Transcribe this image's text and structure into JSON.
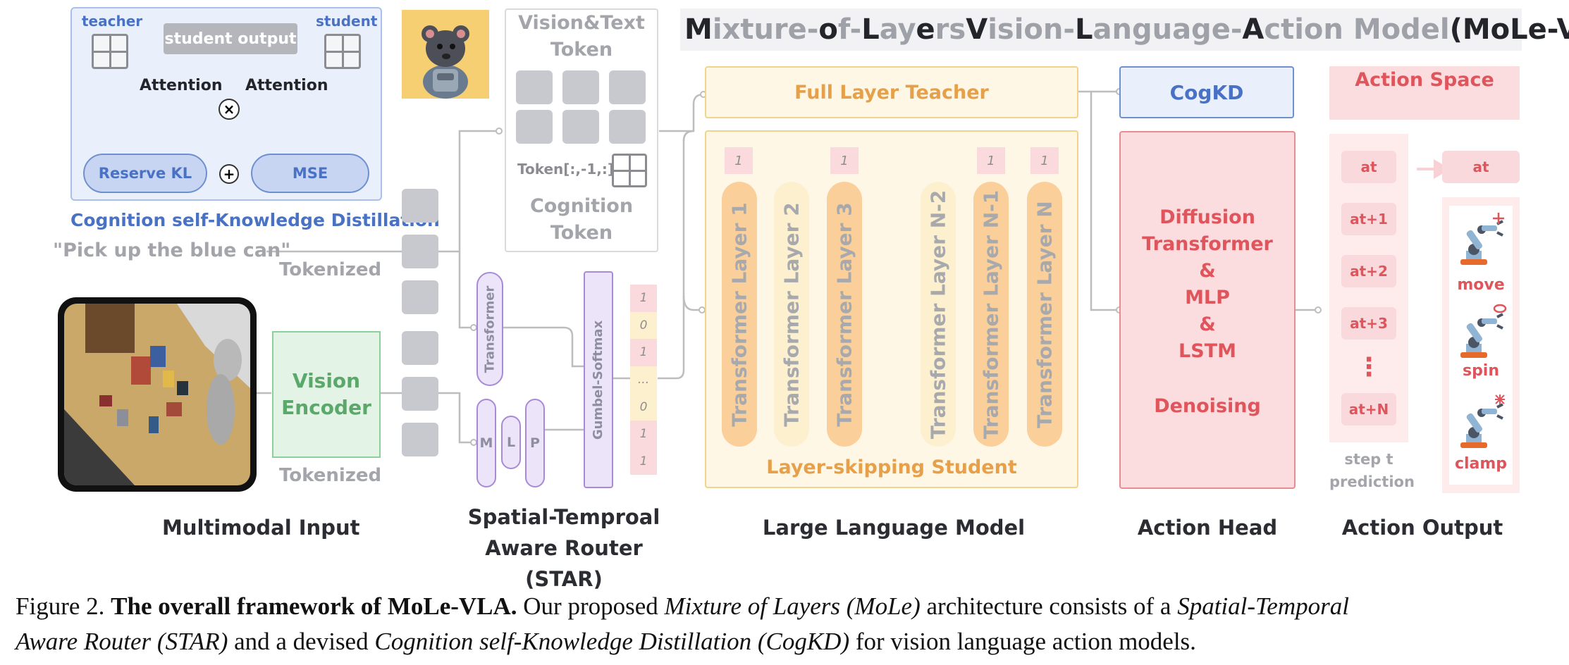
{
  "title": {
    "initials": "M",
    "rest1": "ixture-",
    "o": "o",
    "rest2": "f-",
    "L1": "L",
    "rest3": "ay",
    "e": "e",
    "rest4": "rs ",
    "V": "V",
    "rest5": "ision-",
    "L2": "L",
    "rest6": "anguage-",
    "A": "A",
    "rest7": "ction Model ",
    "short": "(MoLe-VLA)"
  },
  "cogkd_panel": {
    "teacher": "teacher",
    "student": "student",
    "student_output": "student output",
    "attention_left": "Attention",
    "attention_right": "Attention",
    "multiply": "×",
    "reserve_kl": "Reserve KL",
    "plus": "+",
    "mse": "MSE",
    "label": "Cognition self-Knowledge Distillation"
  },
  "inputs": {
    "instruction": "\"Pick up the blue can\"",
    "tokenized_top": "Tokenized",
    "tokenized_bottom": "Tokenized",
    "vision_encoder": "Vision Encoder",
    "section_label": "Multimodal Input"
  },
  "tokens": {
    "vision_text": "Vision&Text Token",
    "token_slice": "Token[:,-1,:]",
    "cognition": "Cognition Token"
  },
  "router": {
    "transformer": "Transformer",
    "m": "M",
    "l": "L",
    "p": "P",
    "gumbel": "Gumbel-Softmax",
    "vector": [
      "1",
      "0",
      "1",
      "...",
      "0",
      "1",
      "1"
    ],
    "section_label_1": "Spatial-Temproal",
    "section_label_2": "Aware Router (STAR)"
  },
  "llm": {
    "teacher": "Full Layer Teacher",
    "student": "Layer-skipping Student",
    "gate_values": [
      "1",
      "1",
      "1",
      "1"
    ],
    "layers": [
      "Transformer Layer 1",
      "Transformer Layer 2",
      "Transformer Layer 3",
      "Transformer Layer N-2",
      "Transformer Layer N-1",
      "Transformer Layer N"
    ],
    "ellipsis": "......",
    "section_label": "Large Language Model"
  },
  "action_head": {
    "cogkd": "CogKD",
    "body_lines": [
      "Diffusion",
      "Transformer",
      "&",
      "MLP",
      "&",
      "LSTM"
    ],
    "denoising": "Denoising",
    "section_label": "Action Head"
  },
  "action_output": {
    "space": "Action Space",
    "steps": [
      "at",
      "at+1",
      "at+2",
      "at+3",
      "at+N"
    ],
    "output": "at",
    "dots": "⋮",
    "step_label_1": "step t",
    "step_label_2": "prediction",
    "actions": [
      "move",
      "spin",
      "clamp"
    ],
    "section_label": "Action Output"
  },
  "caption": {
    "fig": "Figure 2.",
    "bold": "The overall framework of MoLe-VLA.",
    "t1": " Our proposed ",
    "i1": "Mixture of Layers (MoLe)",
    "t2": " architecture consists of a ",
    "i2": "Spatial-Temporal",
    "i3": "Aware Router (STAR)",
    "t3": " and a devised ",
    "i4": "Cognition self-Knowledge Distillation (CogKD)",
    "t4": " for vision language action models."
  },
  "colors": {
    "blue": "#4a72c4",
    "green": "#5aa86a",
    "purple": "#a88ad6",
    "orange": "#e7a04a",
    "red": "#e0555b",
    "gray": "#a3a5ab"
  }
}
